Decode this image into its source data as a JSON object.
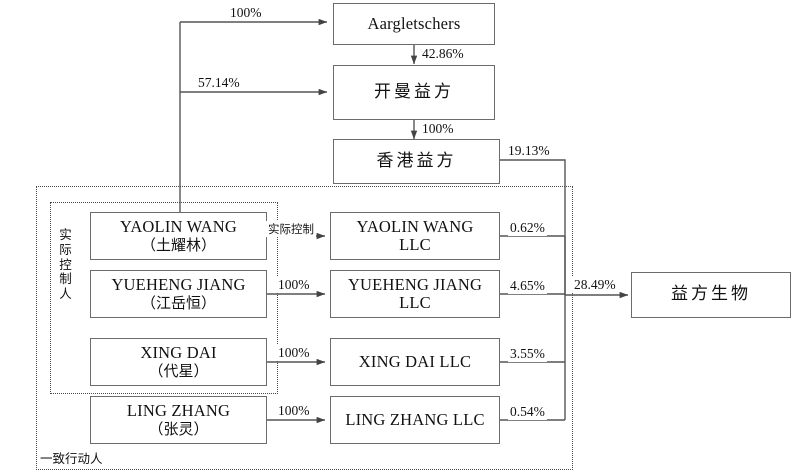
{
  "diagram": {
    "title": "Shareholding structure chart",
    "nodes": {
      "aargletschers": {
        "label": "Aargletschers",
        "lang": "en"
      },
      "cayman_yifang": {
        "label": "开曼益方",
        "lang": "cn"
      },
      "hongkong_yifang": {
        "label": "香港益方",
        "lang": "cn"
      },
      "yaolin_wang_person": {
        "line1": "YAOLIN WANG",
        "line2": "（土耀林）"
      },
      "yueheng_jiang_person": {
        "line1": "YUEHENG JIANG",
        "line2": "（江岳恒）"
      },
      "xing_dai_person": {
        "line1": "XING DAI",
        "line2": "（代星）"
      },
      "ling_zhang_person": {
        "line1": "LING ZHANG",
        "line2": "（张灵）"
      },
      "yaolin_wang_llc": {
        "line1": "YAOLIN WANG",
        "line2": "LLC"
      },
      "yueheng_jiang_llc": {
        "line1": "YUEHENG JIANG",
        "line2": "LLC"
      },
      "xing_dai_llc": {
        "line1": "XING DAI LLC",
        "line2": ""
      },
      "ling_zhang_llc": {
        "line1": "LING ZHANG LLC",
        "line2": ""
      },
      "yifang_biotech": {
        "label": "益方生物",
        "lang": "cn"
      }
    },
    "edges": {
      "to_aargletschers": "100%",
      "aargletschers_to_cayman": "42.86%",
      "to_cayman": "57.14%",
      "cayman_to_hongkong": "100%",
      "hongkong_to_trunk": "19.13%",
      "yaolin_control": "实际控制",
      "yueheng_to_llc": "100%",
      "xing_to_llc": "100%",
      "ling_to_llc": "100%",
      "yaolin_llc_share": "0.62%",
      "yueheng_llc_share": "4.65%",
      "xing_llc_share": "3.55%",
      "ling_llc_share": "0.54%",
      "trunk_to_target": "28.49%"
    },
    "groups": {
      "actual_controllers": "实际控制人",
      "acting_in_concert": "一致行动人"
    },
    "colors": {
      "box_border": "#6b6b6b",
      "group_border": "#4a4a4a",
      "line": "#555555",
      "text": "#111111",
      "background": "#ffffff"
    }
  }
}
